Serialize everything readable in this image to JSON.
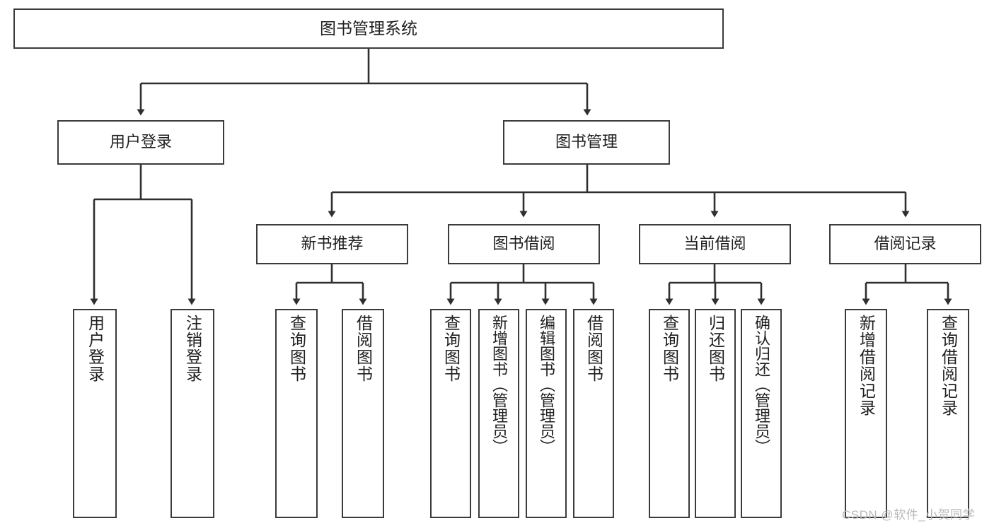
{
  "diagram": {
    "title": "图书管理系统",
    "type": "functional-structure-tree",
    "stroke_color": "#3b3b3b",
    "text_color": "#1f1f1f",
    "background_color": "#ffffff",
    "nodes": {
      "root": {
        "label": "图书管理系统"
      },
      "level2": [
        {
          "id": "user-login",
          "label": "用户登录"
        },
        {
          "id": "book-management",
          "label": "图书管理"
        }
      ],
      "level3": [
        {
          "id": "new-book-recommend",
          "label": "新书推荐"
        },
        {
          "id": "book-borrow",
          "label": "图书借阅"
        },
        {
          "id": "current-borrow",
          "label": "当前借阅"
        },
        {
          "id": "borrow-record",
          "label": "借阅记录"
        }
      ],
      "leaves": {
        "user_login": [
          {
            "id": "leaf-user-login",
            "label": "用户登录"
          },
          {
            "id": "leaf-logout-login",
            "label": "注销登录"
          }
        ],
        "new_book_recommend": [
          {
            "id": "leaf-query-book-1",
            "label": "查询图书"
          },
          {
            "id": "leaf-borrow-book-1",
            "label": "借阅图书"
          }
        ],
        "book_borrow": [
          {
            "id": "leaf-query-book-2",
            "label": "查询图书"
          },
          {
            "id": "leaf-add-book",
            "label": "新增图书（管理员）"
          },
          {
            "id": "leaf-edit-book",
            "label": "编辑图书（管理员）"
          },
          {
            "id": "leaf-borrow-book-2",
            "label": "借阅图书"
          }
        ],
        "current_borrow": [
          {
            "id": "leaf-query-book-3",
            "label": "查询图书"
          },
          {
            "id": "leaf-return-book",
            "label": "归还图书"
          },
          {
            "id": "leaf-confirm-return",
            "label": "确认归还（管理员）"
          }
        ],
        "borrow_record": [
          {
            "id": "leaf-add-record",
            "label": "新增借阅记录"
          },
          {
            "id": "leaf-query-record",
            "label": "查询借阅记录"
          }
        ]
      }
    }
  },
  "watermark": {
    "text": "CSDN @软件_小贺同学"
  }
}
